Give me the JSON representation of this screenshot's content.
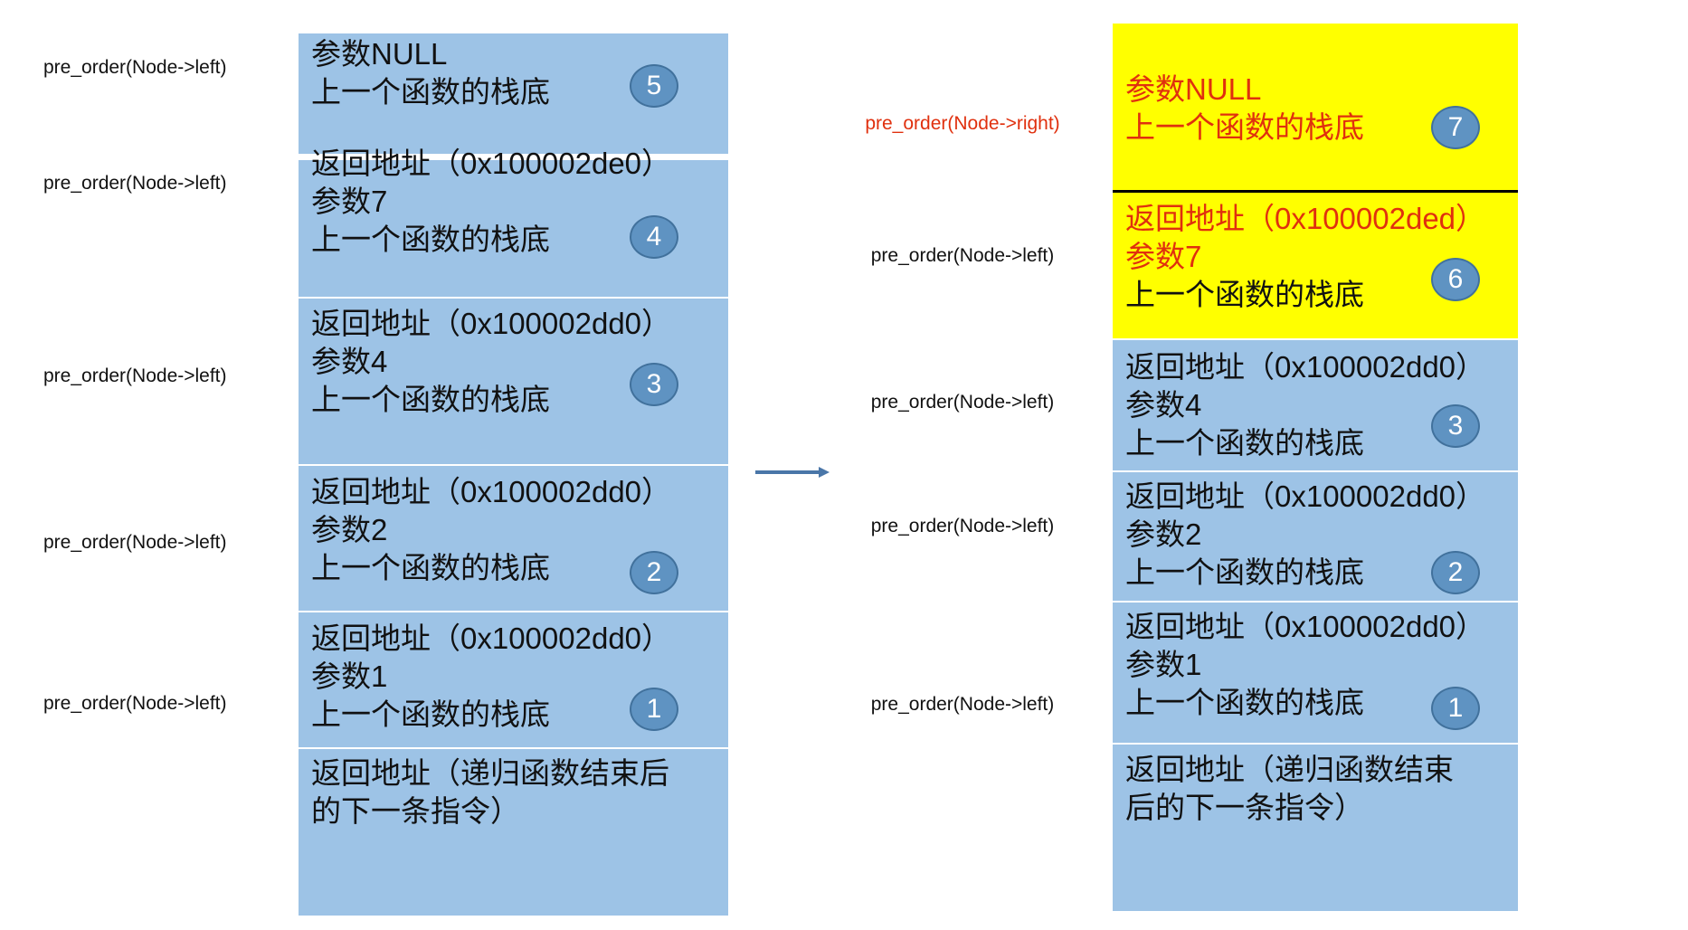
{
  "colors": {
    "frame": "#9dc3e6",
    "highlight_frame": "#ffff00",
    "highlight_text": "#e0300e",
    "badge": "#5f93c2"
  },
  "left_stack": {
    "calls": [
      "pre_order(Node->left)",
      "pre_order(Node->left)",
      "pre_order(Node->left)",
      "pre_order(Node->left)",
      "pre_order(Node->left)"
    ],
    "frames": [
      {
        "lines": [
          {
            "text": "参数NULL"
          },
          {
            "text": "上一个函数的栈底"
          }
        ],
        "badge": "5"
      },
      {
        "lines": [
          {
            "text": "返回地址（0x100002de0）"
          },
          {
            "text": "参数7"
          },
          {
            "text": "上一个函数的栈底"
          }
        ],
        "badge": "4"
      },
      {
        "lines": [
          {
            "text": "返回地址（0x100002dd0）"
          },
          {
            "text": "参数4"
          },
          {
            "text": "上一个函数的栈底"
          }
        ],
        "badge": "3"
      },
      {
        "lines": [
          {
            "text": "返回地址（0x100002dd0）"
          },
          {
            "text": "参数2"
          },
          {
            "text": "上一个函数的栈底"
          }
        ],
        "badge": "2"
      },
      {
        "lines": [
          {
            "text": "返回地址（0x100002dd0）"
          },
          {
            "text": "参数1"
          },
          {
            "text": "上一个函数的栈底"
          }
        ],
        "badge": "1"
      },
      {
        "lines": [
          {
            "text": "返回地址（递归函数结束后"
          },
          {
            "text": "的下一条指令）"
          }
        ],
        "badge": null
      }
    ]
  },
  "right_stack": {
    "calls": [
      {
        "text": "pre_order(Node->right)",
        "highlight": true
      },
      {
        "text": "pre_order(Node->left)",
        "highlight": false
      },
      {
        "text": "pre_order(Node->left)",
        "highlight": false
      },
      {
        "text": "pre_order(Node->left)",
        "highlight": false
      },
      {
        "text": "pre_order(Node->left)",
        "highlight": false
      }
    ],
    "frames": [
      {
        "highlight": true,
        "lines": [
          {
            "text": "参数NULL",
            "red": true
          },
          {
            "text": "上一个函数的栈底",
            "red": true
          }
        ],
        "badge": "7"
      },
      {
        "highlight": true,
        "lines": [
          {
            "text": "返回地址（0x100002ded）",
            "red": true
          },
          {
            "text": "参数7",
            "red": true
          },
          {
            "text": "上一个函数的栈底",
            "red": false
          }
        ],
        "badge": "6"
      },
      {
        "highlight": false,
        "lines": [
          {
            "text": "返回地址（0x100002dd0）"
          },
          {
            "text": "参数4"
          },
          {
            "text": "上一个函数的栈底"
          }
        ],
        "badge": "3"
      },
      {
        "highlight": false,
        "lines": [
          {
            "text": "返回地址（0x100002dd0）"
          },
          {
            "text": "参数2"
          },
          {
            "text": "上一个函数的栈底"
          }
        ],
        "badge": "2"
      },
      {
        "highlight": false,
        "lines": [
          {
            "text": "返回地址（0x100002dd0）"
          },
          {
            "text": "参数1"
          },
          {
            "text": "上一个函数的栈底"
          }
        ],
        "badge": "1"
      },
      {
        "highlight": false,
        "lines": [
          {
            "text": "返回地址（递归函数结束"
          },
          {
            "text": "后的下一条指令）"
          }
        ],
        "badge": null
      }
    ]
  }
}
